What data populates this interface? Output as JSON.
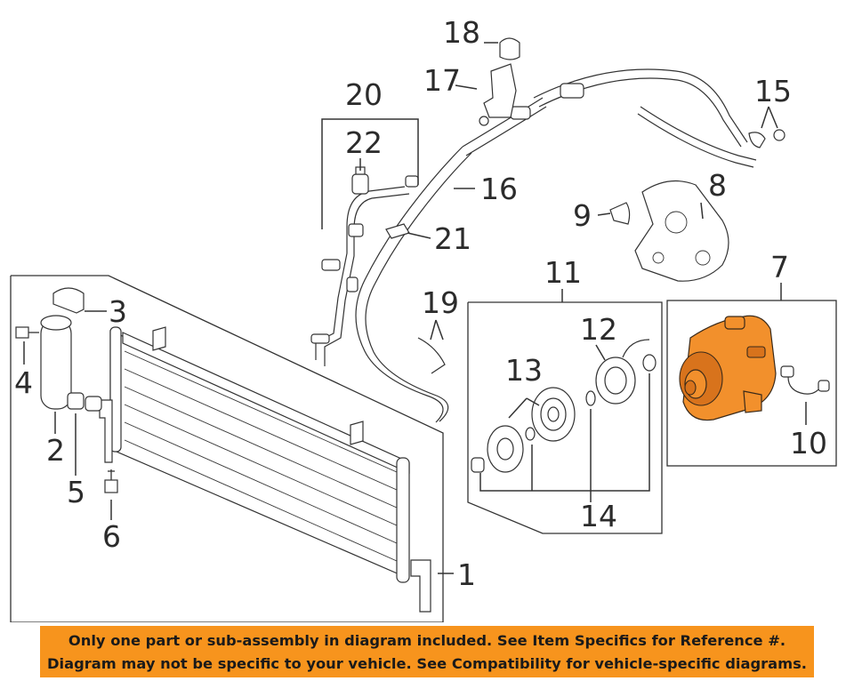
{
  "callouts": {
    "c1": "1",
    "c2": "2",
    "c3": "3",
    "c4": "4",
    "c5": "5",
    "c6": "6",
    "c7": "7",
    "c8": "8",
    "c9": "9",
    "c10": "10",
    "c11": "11",
    "c12": "12",
    "c13": "13",
    "c14": "14",
    "c15": "15",
    "c16": "16",
    "c17": "17",
    "c18": "18",
    "c19": "19",
    "c20": "20",
    "c21": "21",
    "c22": "22"
  },
  "highlight_color": "#f2902c",
  "banner": {
    "line1": "Only one part or sub-assembly in diagram included. See Item Specifics for Reference #.",
    "line2": "Diagram may not be specific to your vehicle. See Compatibility for vehicle-specific diagrams.",
    "background": "#f7941d"
  }
}
